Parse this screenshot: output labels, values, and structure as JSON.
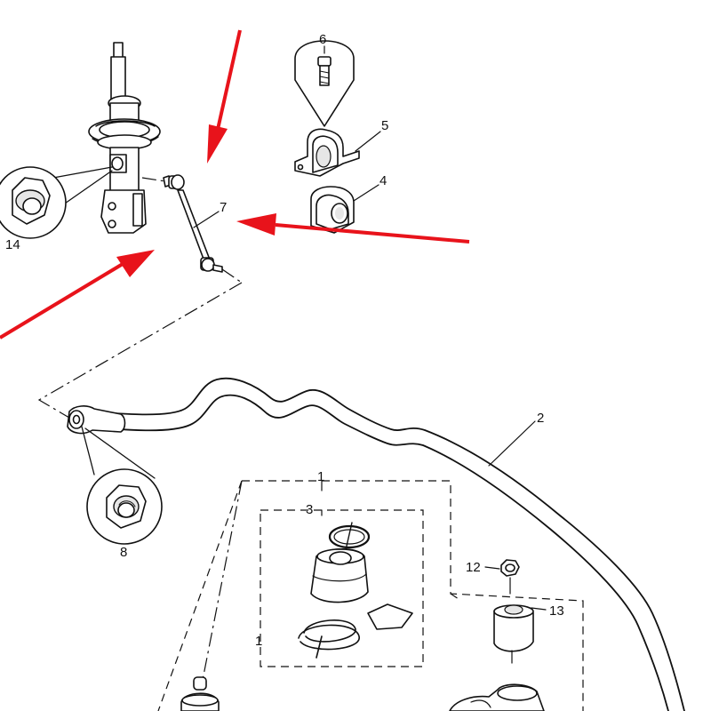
{
  "callouts": {
    "c1a": "1",
    "c1b": "1",
    "c2": "2",
    "c3": "3",
    "c4": "4",
    "c5": "5",
    "c6": "6",
    "c7": "7",
    "c8": "8",
    "c12": "12",
    "c13": "13",
    "c14": "14"
  },
  "colors": {
    "arrow": "#e8131b",
    "line": "#111111",
    "background": "#ffffff"
  }
}
